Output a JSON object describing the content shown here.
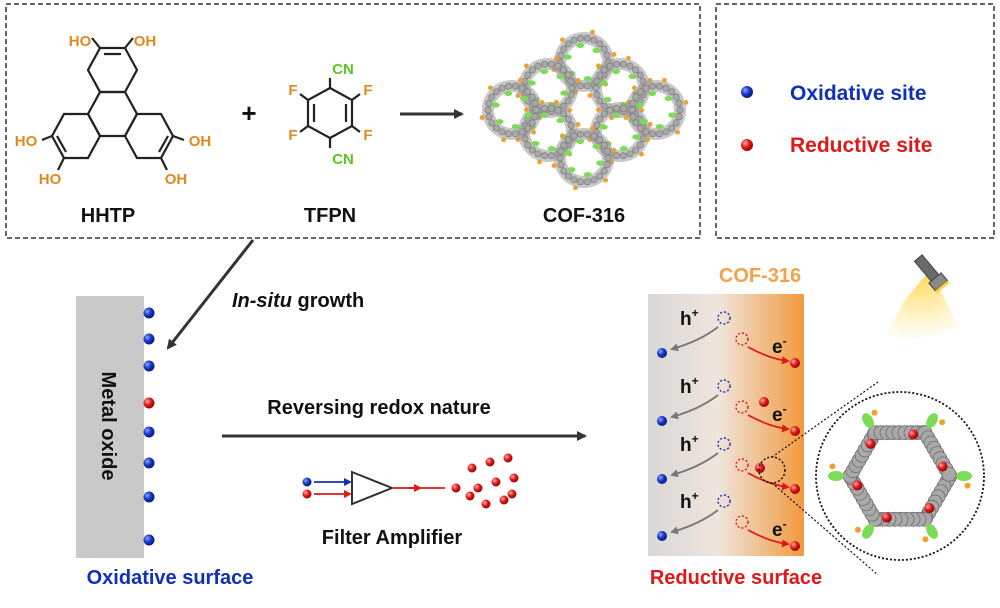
{
  "reaction": {
    "hhtp": {
      "oh": "HO",
      "oh_right": "OH",
      "label": "HHTP"
    },
    "plus": "+",
    "tfpn": {
      "cn": "CN",
      "f": "F",
      "label": "TFPN"
    },
    "product": {
      "label": "COF-316"
    }
  },
  "legend": {
    "oxidative": "Oxidative site",
    "reductive": "Reductive site"
  },
  "growth": {
    "italic": "In-situ",
    "rest": " growth"
  },
  "left_panel": {
    "metal_oxide": "Metal oxide",
    "caption": "Oxidative surface"
  },
  "middle": {
    "reversing": "Reversing redox nature",
    "filter": "Filter Amplifier"
  },
  "right_panel": {
    "cof_label": "COF-316",
    "hole": "h",
    "electron": "e",
    "plus": "+",
    "minus": "-",
    "caption": "Reductive surface"
  },
  "colors": {
    "orange_text": "#e08a1e",
    "green_text": "#5bc81f",
    "blue_text": "#1030b8",
    "red_text": "#e01818",
    "cof_orange": "#f5a04a",
    "metal_grey": "#c9c9c9",
    "arrow_grey": "#333333"
  }
}
